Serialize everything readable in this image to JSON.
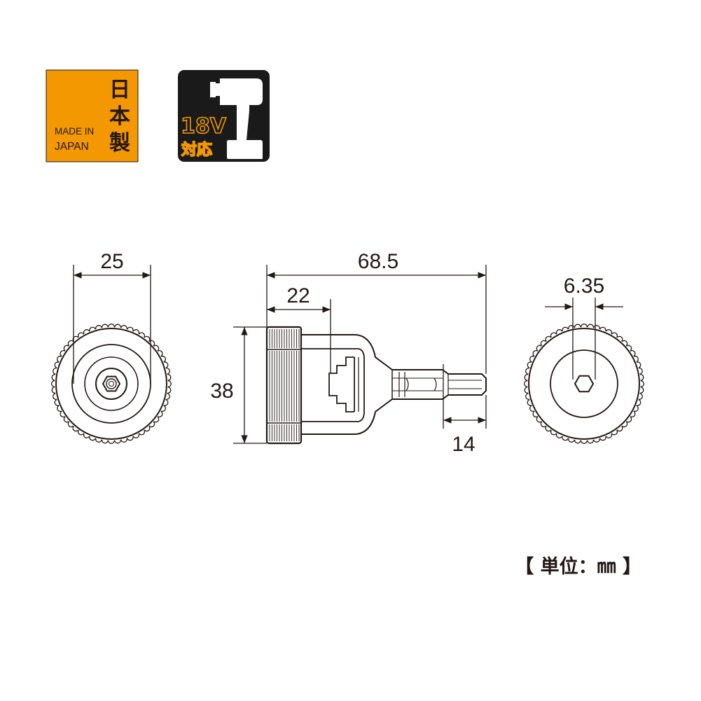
{
  "badges": {
    "made_in": {
      "kanji": [
        "日",
        "本",
        "製"
      ],
      "line1": "MADE IN",
      "line2": "JAPAN",
      "bg_color": "#f39800"
    },
    "voltage": {
      "volts": "18V",
      "support": "対応",
      "bg_color": "#1a1a1a",
      "accent_color": "#f39800"
    }
  },
  "dimensions": {
    "front_width": "25",
    "overall_length": "68.5",
    "chuck_length": "22",
    "height": "38",
    "shank_length": "14",
    "hex_size": "6.35"
  },
  "unit_label": "【 単位：㎜ 】",
  "icons": [
    "impact-driver-icon"
  ]
}
